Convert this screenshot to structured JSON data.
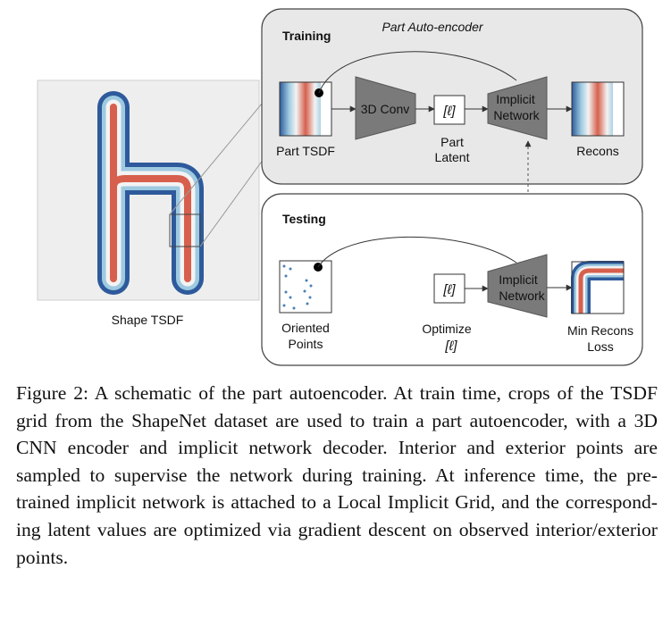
{
  "figure": {
    "shape_label": "Shape TSDF",
    "training_panel": {
      "title": "Part Auto-encoder",
      "label": "Training",
      "input_label": "Part TSDF",
      "encoder_label": "3D Conv",
      "latent_symbol": "[ℓ]",
      "latent_label_line1": "Part",
      "latent_label_line2": "Latent",
      "decoder_label_line1": "Implicit",
      "decoder_label_line2": "Network",
      "output_label": "Recons"
    },
    "testing_panel": {
      "label": "Testing",
      "input_label_line1": "Oriented",
      "input_label_line2": "Points",
      "latent_symbol": "[ℓ]",
      "optimize_label": "Optimize",
      "optimize_symbol": "[ℓ]",
      "decoder_label_line1": "Implicit",
      "decoder_label_line2": "Network",
      "output_label_line1": "Min Recons",
      "output_label_line2": "Loss"
    }
  },
  "caption": {
    "text": "Figure 2: A schematic of the part autoencoder. At train time, crops of the TSDF grid from the ShapeNet dataset are used to train a part autoencoder, with a 3D CNN encoder and implicit network decoder. Interior and exterior points are sampled to supervise the network during training. At inference time, the pre-trained implicit network is attached to a Local Implicit Grid, and the correspond- ing latent values are optimized via gradient descent on observed interior/exterior points."
  }
}
